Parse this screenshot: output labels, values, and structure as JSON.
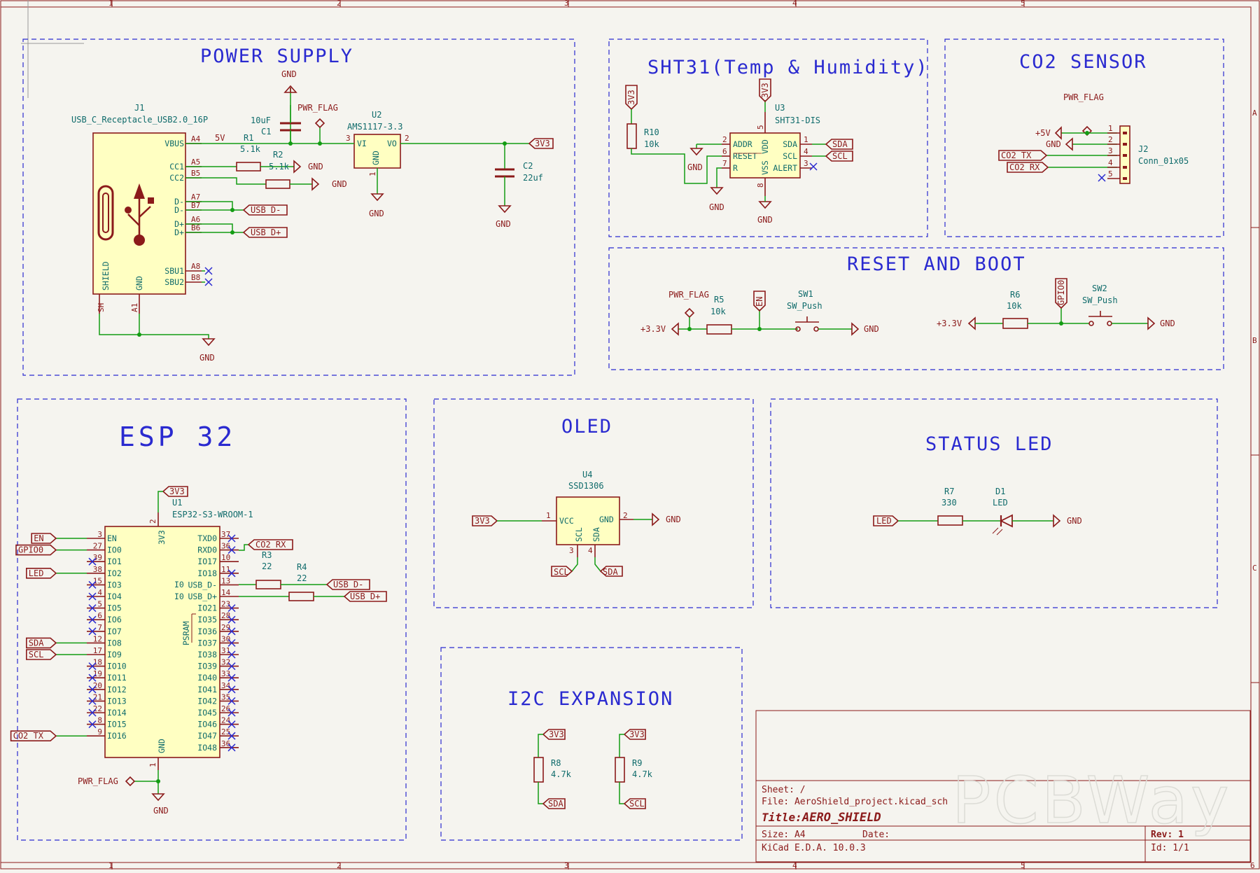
{
  "frame": {
    "columns": [
      "1",
      "2",
      "3",
      "4",
      "5",
      "6"
    ],
    "rows": [
      "A",
      "B",
      "C"
    ]
  },
  "sections": {
    "power": "POWER SUPPLY",
    "sht31": "SHT31(Temp & Humidity)",
    "co2": "CO2 SENSOR",
    "reset": "RESET AND BOOT",
    "esp": "ESP 32",
    "oled": "OLED",
    "status": "STATUS LED",
    "i2c": "I2C EXPANSION"
  },
  "power": {
    "j1_ref": "J1",
    "j1_value": "USB_C_Receptacle_USB2.0_16P",
    "j1_left_pins": [
      "VBUS",
      "CC1",
      "CC2",
      "D-",
      "D-",
      "D+",
      "D+",
      "SBU1",
      "SBU2"
    ],
    "j1_right_nums": [
      "A4",
      "A5",
      "B5",
      "A7",
      "B7",
      "A6",
      "B6",
      "A8",
      "B8"
    ],
    "j1_shield": "SHIELD",
    "j1_gnd": "GND",
    "j1_sh": "SH",
    "j1_a1": "A1",
    "net_5v": "5V",
    "r1_ref": "R1",
    "r1_val": "5.1k",
    "r2_ref": "R2",
    "r2_val": "5.1k",
    "c1_ref": "C1",
    "c1_val": "10uF",
    "c2_ref": "C2",
    "c2_val": "22uf",
    "u2_ref": "U2",
    "u2_val": "AMS1117-3.3",
    "u2_vi": "VI",
    "u2_vo": "VO",
    "u2_gnd": "GND",
    "u2_pin3": "3",
    "u2_pin2": "2",
    "u2_pin1": "1",
    "pwr_flag": "PWR_FLAG",
    "gnd": "GND",
    "usb_dm": "USB_D-",
    "usb_dp": "USB_D+",
    "v3v3": "3V3"
  },
  "sht": {
    "r10_ref": "R10",
    "r10_val": "10k",
    "u3_ref": "U3",
    "u3_val": "SHT31-DIS",
    "pins_left": [
      "ADDR",
      "RESET",
      "R"
    ],
    "pins_right": [
      "SDA",
      "SCL",
      "ALERT"
    ],
    "nums_left": [
      "2",
      "6",
      "7"
    ],
    "nums_right": [
      "1",
      "4",
      "3"
    ],
    "vdd": "VDD",
    "vss": "VSS",
    "pin5": "5",
    "pin8": "8",
    "v3v3": "3V3",
    "gnd": "GND",
    "sda": "SDA",
    "scl": "SCL"
  },
  "co2": {
    "pwr_flag": "PWR_FLAG",
    "p5v": "+5V",
    "gnd": "GND",
    "tx": "CO2_TX",
    "rx": "CO2_RX",
    "j2_ref": "J2",
    "j2_val": "Conn_01x05",
    "pins": [
      "1",
      "2",
      "3",
      "4",
      "5"
    ]
  },
  "reset": {
    "pwr_flag": "PWR_FLAG",
    "r5_ref": "R5",
    "r5_val": "10k",
    "en": "EN",
    "sw1_ref": "SW1",
    "sw1_val": "SW_Push",
    "p33": "+3.3V",
    "gnd": "GND",
    "r6_ref": "R6",
    "r6_val": "10k",
    "gpio0": "GPIO0",
    "sw2_ref": "SW2",
    "sw2_val": "SW_Push"
  },
  "esp": {
    "v3v3": "3V3",
    "u1_ref": "U1",
    "u1_val": "ESP32-S3-WROOM-1",
    "top_pin": "3V3",
    "top_num": "2",
    "bottom_pin": "GND",
    "bottom_num": "1",
    "psram": "PSRAM",
    "left_pins": [
      {
        "n": "3",
        "p": "EN",
        "net": "EN"
      },
      {
        "n": "27",
        "p": "IO0",
        "net": "GPIO0"
      },
      {
        "n": "39",
        "p": "IO1",
        "net": ""
      },
      {
        "n": "38",
        "p": "IO2",
        "net": "LED"
      },
      {
        "n": "15",
        "p": "IO3",
        "net": ""
      },
      {
        "n": "4",
        "p": "IO4",
        "net": ""
      },
      {
        "n": "5",
        "p": "IO5",
        "net": ""
      },
      {
        "n": "6",
        "p": "IO6",
        "net": ""
      },
      {
        "n": "7",
        "p": "IO7",
        "net": ""
      },
      {
        "n": "12",
        "p": "IO8",
        "net": "SDA"
      },
      {
        "n": "17",
        "p": "IO9",
        "net": "SCL"
      },
      {
        "n": "18",
        "p": "IO10",
        "net": ""
      },
      {
        "n": "19",
        "p": "IO11",
        "net": ""
      },
      {
        "n": "20",
        "p": "IO12",
        "net": ""
      },
      {
        "n": "21",
        "p": "IO13",
        "net": ""
      },
      {
        "n": "22",
        "p": "IO14",
        "net": ""
      },
      {
        "n": "8",
        "p": "IO15",
        "net": ""
      },
      {
        "n": "9",
        "p": "IO16",
        "net": "CO2_TX"
      }
    ],
    "right_pins": [
      {
        "n": "37",
        "p": "TXD0"
      },
      {
        "n": "36",
        "p": "RXD0"
      },
      {
        "n": "10",
        "p": "IO17"
      },
      {
        "n": "11",
        "p": "IO18"
      },
      {
        "n": "13",
        "p": "USB_D-"
      },
      {
        "n": "14",
        "p": "USB_D+"
      },
      {
        "n": "23",
        "p": "IO21"
      },
      {
        "n": "28",
        "p": "IO35"
      },
      {
        "n": "29",
        "p": "IO36"
      },
      {
        "n": "30",
        "p": "IO37"
      },
      {
        "n": "31",
        "p": "IO38"
      },
      {
        "n": "32",
        "p": "IO39"
      },
      {
        "n": "33",
        "p": "IO40"
      },
      {
        "n": "34",
        "p": "IO41"
      },
      {
        "n": "35",
        "p": "IO42"
      },
      {
        "n": "26",
        "p": "IO45"
      },
      {
        "n": "24",
        "p": "IO46"
      },
      {
        "n": "25",
        "p": "IO47"
      },
      {
        "n": "36",
        "p": "IO48"
      }
    ],
    "co2_rx": "CO2_RX",
    "r3_ref": "R3",
    "r3_val": "22",
    "r4_ref": "R4",
    "r4_val": "22",
    "usb_dm": "USB_D-",
    "usb_dp": "USB_D+",
    "pwr_flag": "PWR_FLAG",
    "gnd": "GND",
    "io19": "I0",
    "io20": "I0"
  },
  "oled": {
    "u4_ref": "U4",
    "u4_val": "SSD1306",
    "vcc": "VCC",
    "gnd": "GND",
    "scl": "SCL",
    "sda": "SDA",
    "pin1": "1",
    "pin2": "2",
    "pin3": "3",
    "pin4": "4",
    "v3v3": "3V3",
    "gnd_net": "GND",
    "scl_net": "SCL",
    "sda_net": "SDA"
  },
  "status": {
    "led_net": "LED",
    "r7_ref": "R7",
    "r7_val": "330",
    "d1_ref": "D1",
    "d1_val": "LED",
    "gnd": "GND"
  },
  "i2c": {
    "v3v3": "3V3",
    "r8_ref": "R8",
    "r8_val": "4.7k",
    "r9_ref": "R9",
    "r9_val": "4.7k",
    "sda": "SDA",
    "scl": "SCL"
  },
  "title_block": {
    "sheet": "Sheet: /",
    "file": "File: AeroShield_project.kicad_sch",
    "title_label": "Title:",
    "title": "AERO_SHIELD",
    "size": "Size: A4",
    "date": "Date:",
    "rev": "Rev: 1",
    "tool": "KiCad E.D.A. 10.0.3",
    "id": "Id: 1/1"
  },
  "watermark": "PCBWay",
  "colors": {
    "wire": "#139c13",
    "component": "#8b1a1a",
    "body": "#ffffc2",
    "section": "#2a2ad0",
    "pin_text": "#0f6b6b",
    "frame": "#8b1a1a"
  }
}
